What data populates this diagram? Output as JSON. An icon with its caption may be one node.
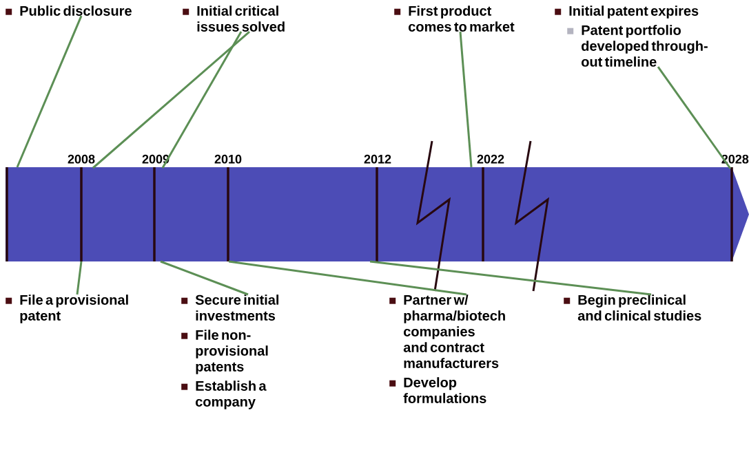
{
  "diagram": {
    "nodes": [
      {
        "text": [
          "Public disclosure"
        ]
      },
      {
        "text": [
          "Initial critical issues solved"
        ]
      },
      {
        "text": [
          "First product comes to market"
        ]
      },
      {
        "text": [
          "Initial patent expires",
          "Patent portfolio developed through-out timeline"
        ]
      },
      {
        "text": [
          "File a provisional patent"
        ]
      },
      {
        "text": [
          "Secure initial investments",
          "File non-provisional patents",
          "Establish a company"
        ]
      },
      {
        "text": [
          "Partner w/ pharma/biotech companies and contract manufacturers",
          "Develop formulations"
        ]
      },
      {
        "text": [
          "Begin preclinical and clinical studies"
        ]
      },
      {
        "text": [],
        "shape": "bar"
      },
      {
        "text": [],
        "shape": "bar",
        "beside": [
          "2008"
        ]
      },
      {
        "text": [],
        "shape": "bar",
        "beside": [
          "2009"
        ]
      },
      {
        "text": [],
        "shape": "bar",
        "beside": [
          "2010"
        ]
      },
      {
        "text": [],
        "shape": "bar",
        "beside": [
          "2012"
        ]
      },
      {
        "text": [],
        "shape": "bar",
        "beside": [
          "2022"
        ]
      },
      {
        "text": [],
        "shape": "bar",
        "beside": [
          "2028"
        ]
      }
    ],
    "edges": [
      {
        "from": 0,
        "to": 8,
        "arrow": "none"
      },
      {
        "from": 1,
        "to": 9,
        "arrow": "none"
      },
      {
        "from": 1,
        "to": 10,
        "arrow": "none"
      },
      {
        "from": 2,
        "to": 13,
        "arrow": "none"
      },
      {
        "from": 3,
        "to": 14,
        "arrow": "none"
      },
      {
        "from": 4,
        "to": 9,
        "arrow": "none"
      },
      {
        "from": 5,
        "to": 10,
        "arrow": "none"
      },
      {
        "from": 6,
        "to": 11,
        "arrow": "none"
      },
      {
        "from": 7,
        "to": 12,
        "arrow": "none"
      }
    ]
  }
}
